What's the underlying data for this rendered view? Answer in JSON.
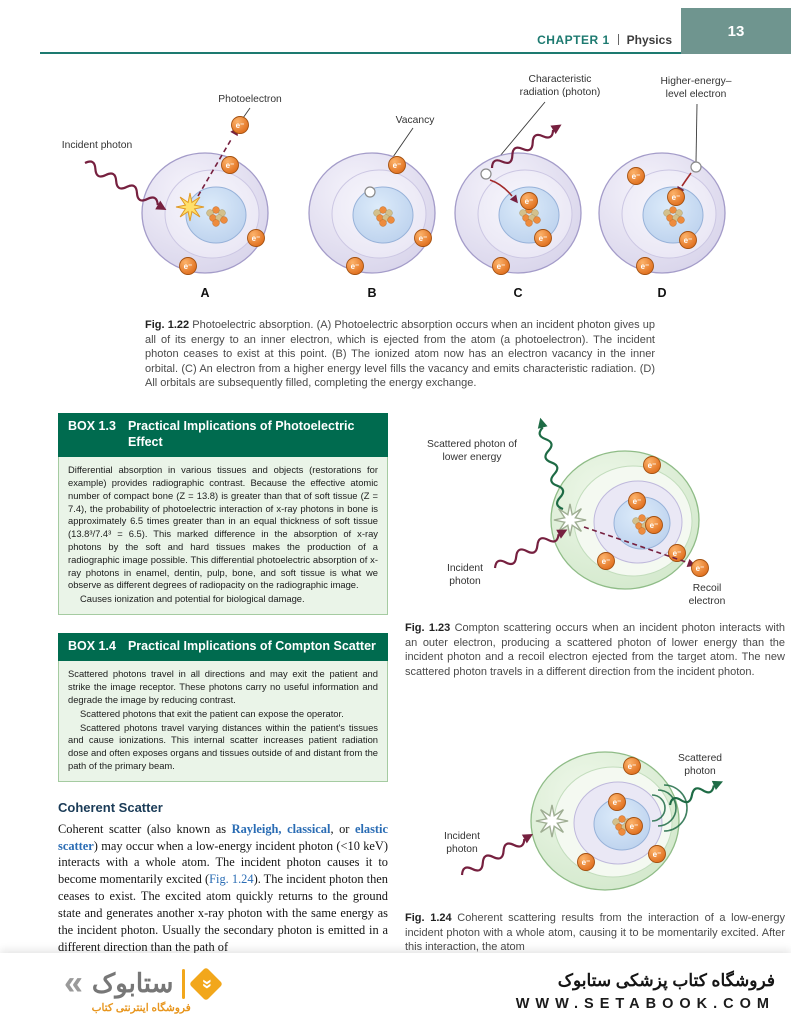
{
  "header": {
    "chapter_label": "CHAPTER 1",
    "chapter_title": "Physics",
    "page_number": "13"
  },
  "diagram": {
    "electron_symbol": "e⁻"
  },
  "fig122": {
    "labels": {
      "photoelectron": "Photoelectron",
      "incident_photon": "Incident photon",
      "vacancy": "Vacancy",
      "characteristic_radiation": "Characteristic radiation (photon)",
      "higher_energy_electron": "Higher-energy– level electron"
    },
    "panels": [
      "A",
      "B",
      "C",
      "D"
    ],
    "caption_label": "Fig. 1.22",
    "caption": "Photoelectric absorption. (A) Photoelectric absorption occurs when an incident photon gives up all of its energy to an inner electron, which is ejected from the atom (a photoelectron). The incident photon ceases to exist at this point. (B) The ionized atom now has an electron vacancy in the inner orbital. (C) An electron from a higher energy level fills the vacancy and emits characteristic radiation. (D) All orbitals are subsequently filled, completing the energy exchange."
  },
  "box13": {
    "label": "BOX 1.3",
    "title": "Practical Implications of Photoelectric Effect",
    "paragraphs": [
      "Differential absorption in various tissues and objects (restorations for example) provides radiographic contrast. Because the effective atomic number of compact bone (Z = 13.8) is greater than that of soft tissue (Z = 7.4), the probability of photoelectric interaction of x-ray photons in bone is approximately 6.5 times greater than in an equal thickness of soft tissue (13.8³/7.4³ = 6.5). This marked difference in the absorption of x-ray photons by the soft and hard tissues makes the production of a radiographic image possible. This differential photoelectric absorption of x-ray photons in enamel, dentin, pulp, bone, and soft tissue is what we observe as different degrees of radiopacity on the radiographic image.",
      "Causes ionization and potential for biological damage."
    ]
  },
  "box14": {
    "label": "BOX 1.4",
    "title": "Practical Implications of Compton Scatter",
    "paragraphs": [
      "Scattered photons travel in all directions and may exit the patient and strike the image receptor. These photons carry no useful information and degrade the image by reducing contrast.",
      "Scattered photons that exit the patient can expose the operator.",
      "Scattered photons travel varying distances within the patient's tissues and cause ionizations. This internal scatter increases patient radiation dose and often exposes organs and tissues outside of and distant from the path of the primary beam."
    ]
  },
  "fig123": {
    "labels": {
      "scattered_photon": "Scattered photon of lower energy",
      "incident_photon": "Incident photon",
      "recoil_electron": "Recoil electron"
    },
    "caption_label": "Fig. 1.23",
    "caption": "Compton scattering occurs when an incident photon interacts with an outer electron, producing a scattered photon of lower energy than the incident photon and a recoil electron ejected from the target atom. The new scattered photon travels in a different direction from the incident photon."
  },
  "fig124": {
    "labels": {
      "incident_photon": "Incident photon",
      "scattered_photon": "Scattered photon"
    },
    "caption_label": "Fig. 1.24",
    "caption": "Coherent scattering results from the interaction of a low-energy incident photon with a whole atom, causing it to be momentarily excited. After this interaction, the atom"
  },
  "coherent": {
    "heading": "Coherent Scatter",
    "seg1": "Coherent scatter (also known as ",
    "link1": "Rayleigh, classical",
    "seg2": ", or ",
    "link2": "elastic scatter",
    "seg3": ") may occur when a low-energy incident photon (<10 keV) interacts with a whole atom. The incident photon causes it to become momentarily excited (",
    "link3": "Fig. 1.24",
    "seg4": "). The incident photon then ceases to exist. The excited atom quickly returns to the ground state and generates another x-ray photon with the same energy as the incident photon. Usually the secondary photon is emitted in a different direction than the path of"
  },
  "footer": {
    "store_title": "فروشگاه کتاب پزشکی ستابوک",
    "website": "WWW.SETABOOK.COM",
    "logo_name": "ستابوک",
    "logo_tagline": "فروشگاه اینترنتی کتاب"
  }
}
